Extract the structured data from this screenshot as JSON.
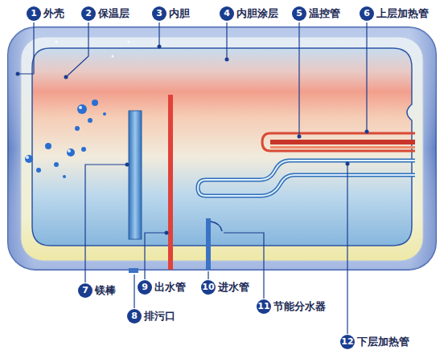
{
  "diagram": {
    "labels": [
      "1",
      "外壳",
      "2",
      "保温层",
      "3",
      "内胆",
      "4",
      "内胆涂层",
      "5",
      "温控管",
      "6",
      "上层加热管",
      "7",
      "镁棒",
      "8",
      "排污口",
      "9",
      "出水管",
      "10",
      "进水管",
      "11",
      "节能分水器",
      "12",
      "下层加热管"
    ]
  }
}
